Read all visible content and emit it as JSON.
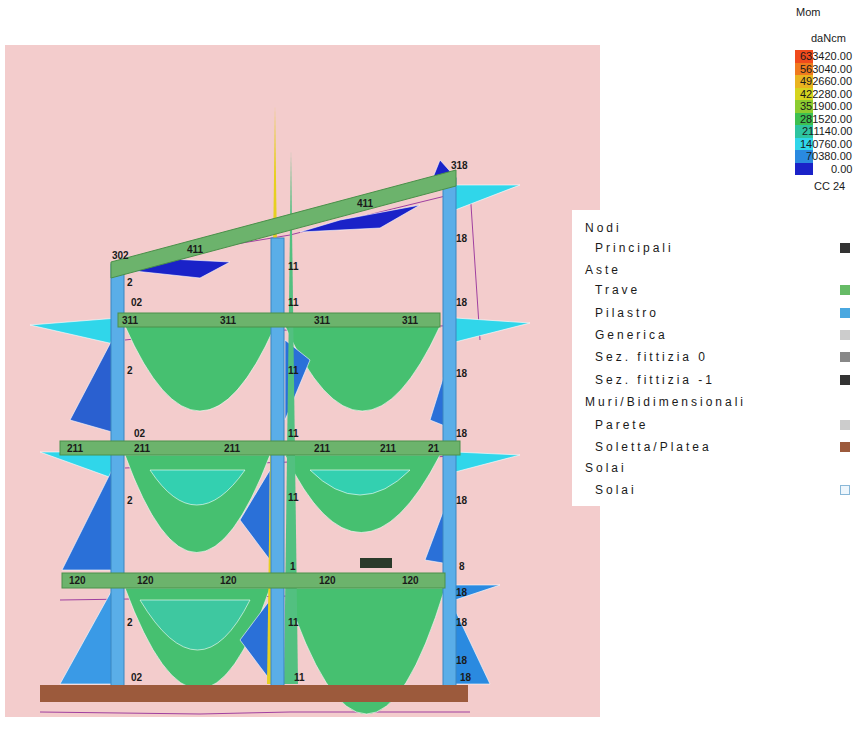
{
  "diagram": {
    "labels": [
      "Mom",
      "daNcm",
      "CC 24",
      "318",
      "411",
      "302",
      "411",
      "2",
      "11",
      "18",
      "02",
      "11",
      "18",
      "311",
      "311",
      "311",
      "311",
      "2",
      "11",
      "18",
      "02",
      "11",
      "18",
      "211",
      "211",
      "211",
      "211",
      "211",
      "21",
      "2",
      "11",
      "18",
      "1",
      "8",
      "120",
      "120",
      "120",
      "120",
      "120",
      "18",
      "2",
      "11",
      "18",
      "18",
      "02",
      "11",
      "18",
      "Nodi",
      "Aste",
      "Muri/Bidimensionali",
      "Solai"
    ],
    "legend": [
      {
        "text": "633420.00",
        "color": "#f04a1c"
      },
      {
        "text": "563040.00",
        "color": "#f07a1e"
      },
      {
        "text": "492660.00",
        "color": "#eab420"
      },
      {
        "text": "422280.00",
        "color": "#d6d41e"
      },
      {
        "text": "351900.00",
        "color": "#8ccc30"
      },
      {
        "text": "281520.00",
        "color": "#3ec050"
      },
      {
        "text": "211140.00",
        "color": "#2ec4a0"
      },
      {
        "text": "140760.00",
        "color": "#30d6ea"
      },
      {
        "text": "70380.00",
        "color": "#2a8ae0"
      },
      {
        "text": "0.00",
        "color": "#1a22c8"
      },
      {
        "text": "Principali",
        "color": "#333333"
      },
      {
        "text": "Trave",
        "color": "#66bb66"
      },
      {
        "text": "Pilastro",
        "color": "#4aa8e0"
      },
      {
        "text": "Generica",
        "color": "#cccccc"
      },
      {
        "text": "Sez. fittizia 0",
        "color": "#888888"
      },
      {
        "text": "Sez. fittizia -1",
        "color": "#333333"
      },
      {
        "text": "Parete",
        "color": "#cccccc"
      },
      {
        "text": "Soletta/Platea",
        "color": "#9c5a3c"
      },
      {
        "text": "Solai",
        "color": "#eef6fc"
      }
    ]
  }
}
